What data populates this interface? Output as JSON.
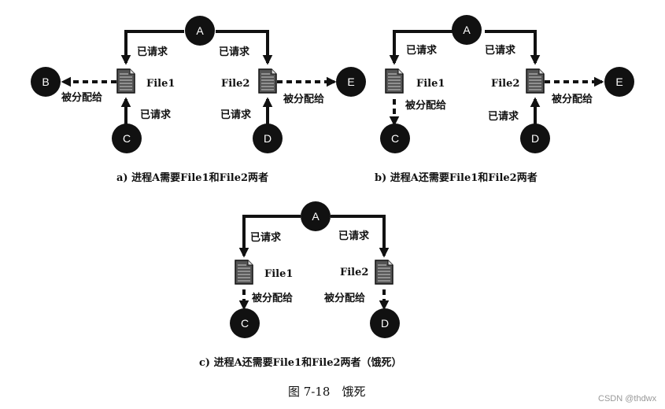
{
  "diagrams": [
    {
      "id": "a",
      "caption": "a) 进程A需要File1和File2两者",
      "nodes": [
        "A",
        "B",
        "C",
        "D",
        "E"
      ],
      "files": [
        "File1",
        "File2"
      ],
      "edges": [
        {
          "from": "A",
          "to": "File1",
          "type": "solid",
          "label": "已请求"
        },
        {
          "from": "A",
          "to": "File2",
          "type": "solid",
          "label": "已请求"
        },
        {
          "from": "File1",
          "to": "B",
          "type": "dashed",
          "label": "被分配给"
        },
        {
          "from": "C",
          "to": "File1",
          "type": "solid",
          "label": "已请求"
        },
        {
          "from": "D",
          "to": "File2",
          "type": "solid",
          "label": "已请求"
        },
        {
          "from": "File2",
          "to": "E",
          "type": "dashed",
          "label": "被分配给"
        }
      ]
    },
    {
      "id": "b",
      "caption": "b) 进程A还需要File1和File2两者",
      "nodes": [
        "A",
        "C",
        "D",
        "E"
      ],
      "files": [
        "File1",
        "File2"
      ],
      "edges": [
        {
          "from": "A",
          "to": "File1",
          "type": "solid",
          "label": "已请求"
        },
        {
          "from": "A",
          "to": "File2",
          "type": "solid",
          "label": "已请求"
        },
        {
          "from": "File1",
          "to": "C",
          "type": "dashed",
          "label": "被分配给"
        },
        {
          "from": "D",
          "to": "File2",
          "type": "solid",
          "label": "已请求"
        },
        {
          "from": "File2",
          "to": "E",
          "type": "dashed",
          "label": "被分配给"
        }
      ]
    },
    {
      "id": "c",
      "caption": "c) 进程A还需要File1和File2两者（饿死）",
      "nodes": [
        "A",
        "C",
        "D"
      ],
      "files": [
        "File1",
        "File2"
      ],
      "edges": [
        {
          "from": "A",
          "to": "File1",
          "type": "solid",
          "label": "已请求"
        },
        {
          "from": "A",
          "to": "File2",
          "type": "solid",
          "label": "已请求"
        },
        {
          "from": "File1",
          "to": "C",
          "type": "dashed",
          "label": "被分配给"
        },
        {
          "from": "File2",
          "to": "D",
          "type": "dashed",
          "label": "被分配给"
        }
      ]
    }
  ],
  "figure_title": "图 7-18　饿死",
  "watermark": "CSDN @thdwx",
  "icons": {
    "file": "document-icon"
  }
}
